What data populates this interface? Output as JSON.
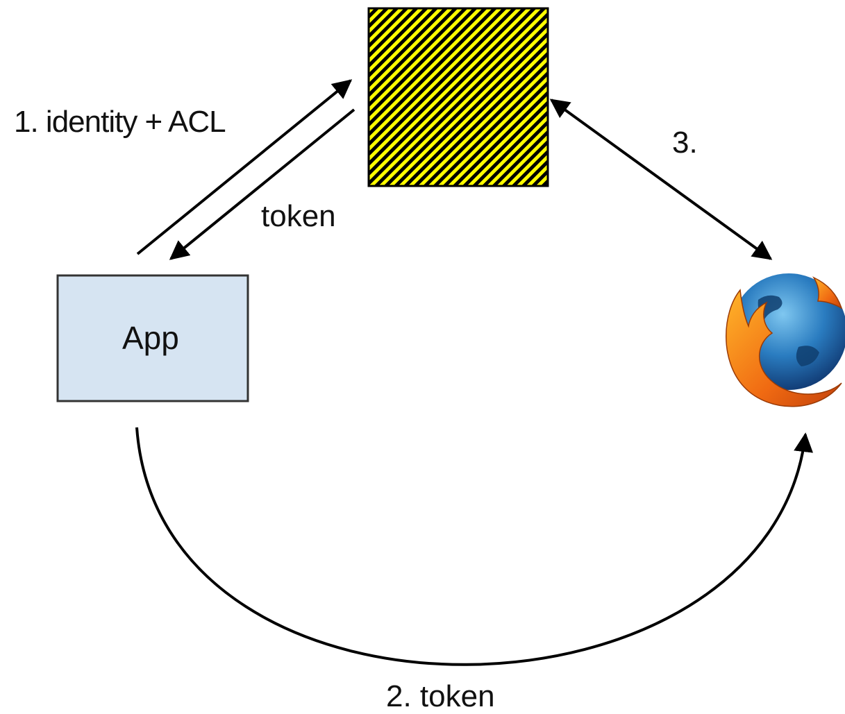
{
  "nodes": {
    "server": {
      "label": "",
      "fill_color": "#ffff00",
      "stripe_color": "#000000"
    },
    "app": {
      "label": "App",
      "fill_color": "#d6e4f2"
    },
    "browser": {
      "label": "",
      "icon": "firefox-icon"
    }
  },
  "edges": {
    "identity_request": {
      "label": "1. identity + ACL",
      "from": "app",
      "to": "server"
    },
    "token_response": {
      "label": "token",
      "from": "server",
      "to": "app"
    },
    "token_pass": {
      "label": "2. token",
      "from": "app",
      "to": "browser"
    },
    "browser_server": {
      "label": "3.",
      "from": "server",
      "to": "browser",
      "bidirectional": true
    }
  },
  "colors": {
    "line": "#000000",
    "text": "#111111"
  }
}
